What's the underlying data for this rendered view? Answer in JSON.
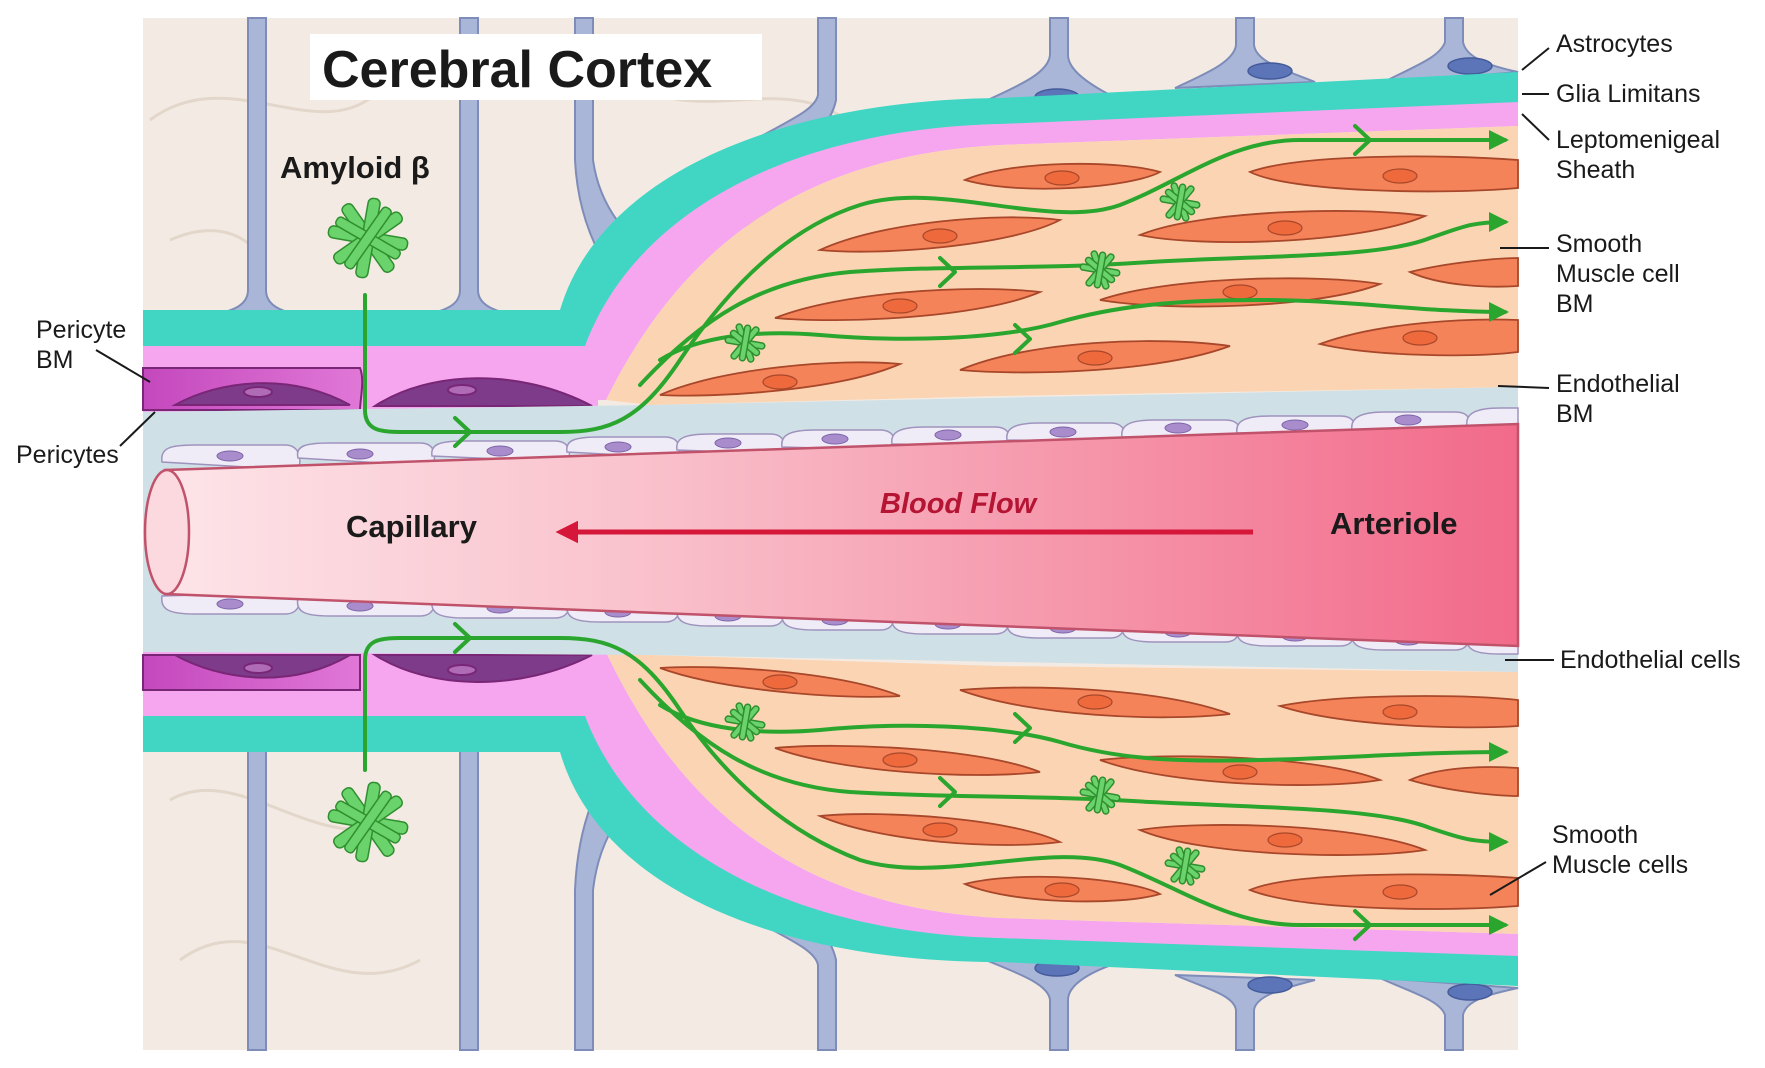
{
  "title": "Cerebral Cortex",
  "labels": {
    "amyloid": "Amyloid β",
    "capillary": "Capillary",
    "arteriole": "Arteriole",
    "blood_flow": "Blood Flow",
    "pericyte_bm": [
      "Pericyte",
      "BM"
    ],
    "pericytes": "Pericytes",
    "astrocytes": "Astrocytes",
    "glia_limitans": "Glia Limitans",
    "leptomeningeal_sheath": [
      "Leptomenigeal",
      "Sheath"
    ],
    "smooth_muscle_cell_bm": [
      "Smooth",
      "Muscle cell",
      "BM"
    ],
    "endothelial_bm": [
      "Endothelial",
      "BM"
    ],
    "endothelial_cells": "Endothelial cells",
    "smooth_muscle_cells": [
      "Smooth",
      "Muscle cells"
    ]
  },
  "colors": {
    "background": "#f3ebe3",
    "astrocyte": "#a9b6d8",
    "astrocyte_nucleus": "#5c74b8",
    "glia_limitans": "#41d6c3",
    "leptomeningeal": "#f6a6ee",
    "smooth_muscle_bm": "#fbd5b3",
    "smooth_muscle": "#f4835a",
    "smooth_muscle_nucleus": "#ee6a3c",
    "pericyte": "#c34fbb",
    "endothelial_bm": "#cfe0e7",
    "endothelial_cell": "#f0ecf7",
    "endothelial_nucleus": "#a88ccc",
    "vessel_light": "#fbd5dc",
    "vessel_dark": "#f2708d",
    "blood_flow_arrow": "#d5183a",
    "drainage_path": "#2aa62f",
    "amyloid": "#6bd36b"
  }
}
